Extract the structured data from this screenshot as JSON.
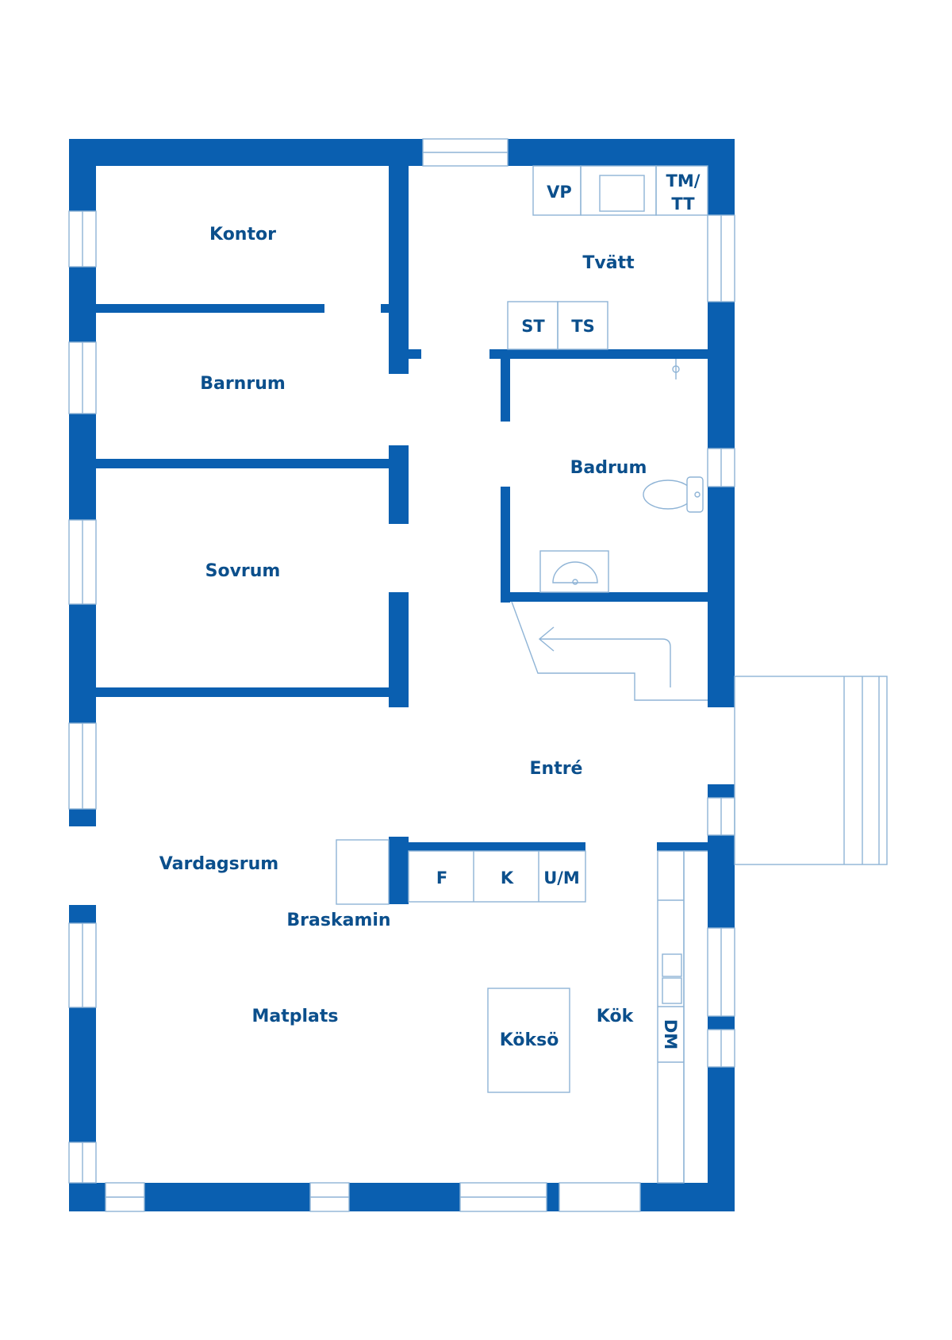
{
  "colors": {
    "wall": "#0a5fb0",
    "label": "#0b4f8c",
    "fixture_line": "#8fb4d6",
    "background": "#ffffff"
  },
  "rooms": {
    "kontor": "Kontor",
    "barnrum": "Barnrum",
    "sovrum": "Sovrum",
    "tvatt": "Tvätt",
    "badrum": "Badrum",
    "entre": "Entré",
    "vardagsrum": "Vardagsrum",
    "braskamin": "Braskamin",
    "matplats": "Matplats",
    "koksö": "Köksö",
    "kok": "Kök"
  },
  "fixtures": {
    "vp": "VP",
    "tm_tt_line1": "TM/",
    "tm_tt_line2": "TT",
    "st": "ST",
    "ts": "TS",
    "f": "F",
    "k": "K",
    "um": "U/M",
    "dm": "DM"
  },
  "icons": {
    "stair_arrow": "arrow-left-icon",
    "toilet": "toilet-icon",
    "sink": "sink-icon",
    "door_hinge": "door-hinge-icon"
  }
}
